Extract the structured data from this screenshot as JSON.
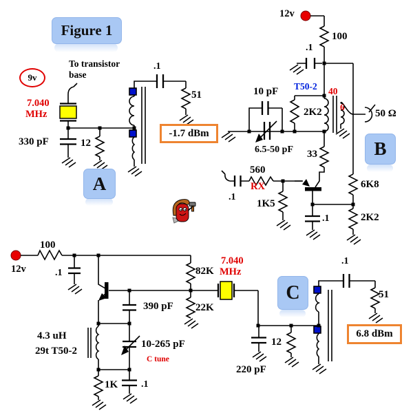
{
  "figure": {
    "title": "Figure 1"
  },
  "colors": {
    "label_box_blue": "#a9c8f4",
    "power_box_border_orange": "#ee8430",
    "highlight_red": "#e00000",
    "core_label_blue": "#0022dd",
    "winding_dot_blue": "#0011cc",
    "crystal_yellow": "#ffff00",
    "supply_dot_red": "#e80000",
    "wire_black": "#000000"
  },
  "circuit_a": {
    "tag": "A",
    "supply": "9v",
    "note_line1": "To transistor",
    "note_line2": "base",
    "xtal_freq": "7.040",
    "xtal_unit": "MHz",
    "c_shunt": "330 pF",
    "r_damp": "12",
    "c_out": ".1",
    "r_load": "51",
    "power_out": "-1.7 dBm"
  },
  "circuit_b": {
    "tag": "B",
    "supply": "12v",
    "r_supply": "100",
    "c_bypass": ".1",
    "core": "T50-2",
    "primary_turns": "40",
    "secondary_turns": "6",
    "c_feedback": "10 pF",
    "r_tank": "2K2",
    "load": "50 Ω",
    "c_trimmer": "6.5-50 pF",
    "r_collector": "33",
    "r_input": "560",
    "input_label": "RX",
    "c_input": ".1",
    "r_emitter": "1K5",
    "r_bias_upper": "6K8",
    "r_bias_lower": "2K2",
    "c_base": ".1"
  },
  "circuit_c": {
    "tag": "C",
    "supply": "12v",
    "r_supply": "100",
    "c_bypass": ".1",
    "r_bias_upper": "82K",
    "r_bias_lower": "22K",
    "xtal_freq": "7.040",
    "xtal_unit": "MHz",
    "c_feedback": "390 pF",
    "inductor_line1": "4.3 uH",
    "inductor_line2": "29t T50-2",
    "c_tune": "10-265 pF",
    "tune_label": "C tune",
    "r_emitter": "1K",
    "c_emitter": ".1",
    "c_tank": "220 pF",
    "r_damp": "12",
    "c_out": ".1",
    "r_load": "51",
    "power_out": "6.8 dBm"
  }
}
